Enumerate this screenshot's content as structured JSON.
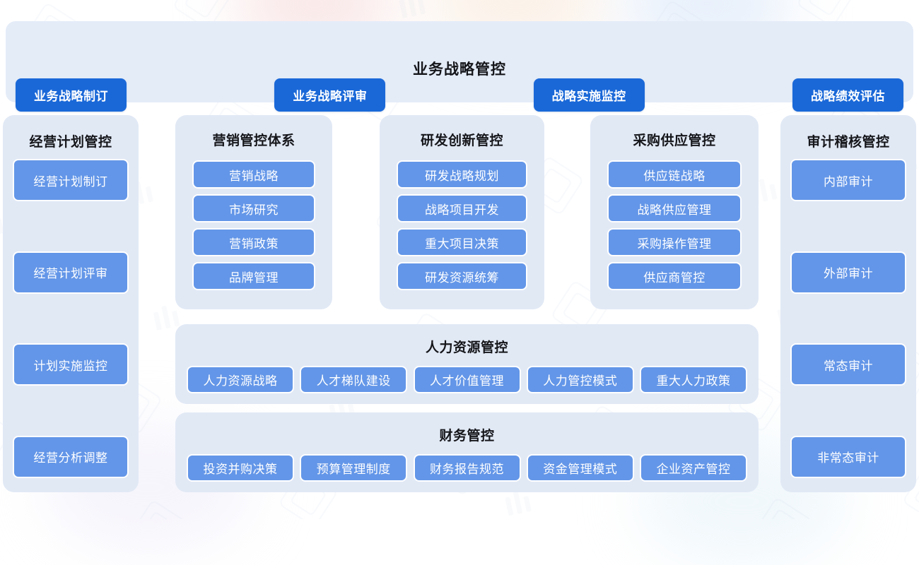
{
  "banner": {
    "title": "业务战略管控",
    "buttons": [
      {
        "label": "业务战略制订"
      },
      {
        "label": "业务战略评审"
      },
      {
        "label": "战略实施监控"
      },
      {
        "label": "战略绩效评估"
      }
    ]
  },
  "columns": {
    "operating_plan": {
      "title": "经营计划管控",
      "items": [
        {
          "label": "经营计划制订"
        },
        {
          "label": "经营计划评审"
        },
        {
          "label": "计划实施监控"
        },
        {
          "label": "经营分析调整"
        }
      ]
    },
    "marketing": {
      "title": "营销管控体系",
      "items": [
        {
          "label": "营销战略"
        },
        {
          "label": "市场研究"
        },
        {
          "label": "营销政策"
        },
        {
          "label": "品牌管理"
        }
      ]
    },
    "rd": {
      "title": "研发创新管控",
      "items": [
        {
          "label": "研发战略规划"
        },
        {
          "label": "战略项目开发"
        },
        {
          "label": "重大项目决策"
        },
        {
          "label": "研发资源统筹"
        }
      ]
    },
    "purchase": {
      "title": "采购供应管控",
      "items": [
        {
          "label": "供应链战略"
        },
        {
          "label": "战略供应管理"
        },
        {
          "label": "采购操作管理"
        },
        {
          "label": "供应商管控"
        }
      ]
    },
    "audit": {
      "title": "审计稽核管控",
      "items": [
        {
          "label": "内部审计"
        },
        {
          "label": "外部审计"
        },
        {
          "label": "常态审计"
        },
        {
          "label": "非常态审计"
        }
      ]
    }
  },
  "rows": {
    "hr": {
      "title": "人力资源管控",
      "items": [
        {
          "label": "人力资源战略"
        },
        {
          "label": "人才梯队建设"
        },
        {
          "label": "人才价值管理"
        },
        {
          "label": "人力管控模式"
        },
        {
          "label": "重大人力政策"
        }
      ]
    },
    "finance": {
      "title": "财务管控",
      "items": [
        {
          "label": "投资并购决策"
        },
        {
          "label": "预算管理制度"
        },
        {
          "label": "财务报告规范"
        },
        {
          "label": "资金管理模式"
        },
        {
          "label": "企业资产管控"
        }
      ]
    }
  },
  "colors": {
    "banner_bg": "#e4ecf8",
    "panel_bg": "#e1e9f5",
    "primary_button": "#1a68d8",
    "chip_button": "#6396e8",
    "title_text": "#15161a",
    "chip_text": "#ffffff"
  }
}
